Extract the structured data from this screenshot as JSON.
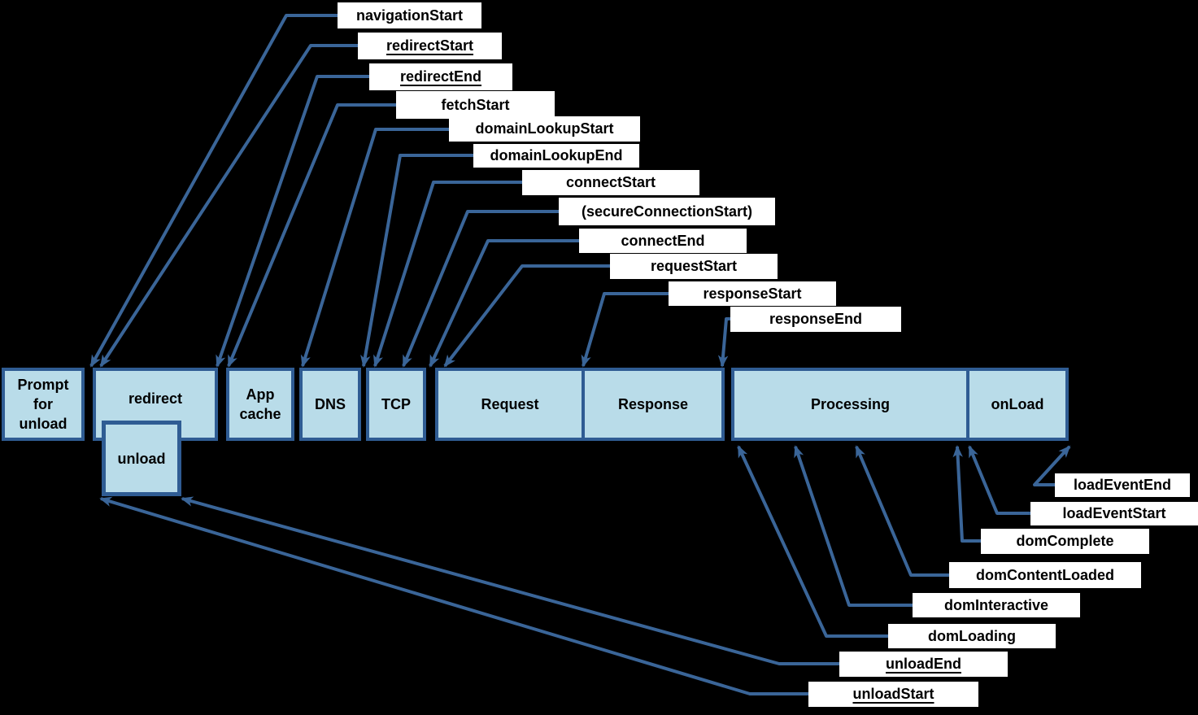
{
  "colors": {
    "box_fill": "#B9DCE9",
    "box_border": "#2F5C93",
    "arrow": "#3A6598",
    "label_bg": "#FFFFFF",
    "label_text": "#000000"
  },
  "phases": {
    "prompt_for_unload": "Prompt for unload",
    "redirect": "redirect",
    "unload": "unload",
    "app_cache": "App cache",
    "dns": "DNS",
    "tcp": "TCP",
    "request": "Request",
    "response": "Response",
    "processing": "Processing",
    "onload": "onLoad"
  },
  "events": {
    "navigationStart": "navigationStart",
    "redirectStart": "redirectStart",
    "redirectEnd": "redirectEnd",
    "fetchStart": "fetchStart",
    "domainLookupStart": "domainLookupStart",
    "domainLookupEnd": "domainLookupEnd",
    "connectStart": "connectStart",
    "secureConnectionStart": "(secureConnectionStart)",
    "connectEnd": "connectEnd",
    "requestStart": "requestStart",
    "responseStart": "responseStart",
    "responseEnd": "responseEnd",
    "loadEventEnd": "loadEventEnd",
    "loadEventStart": "loadEventStart",
    "domComplete": "domComplete",
    "domContentLoaded": "domContentLoaded",
    "domInteractive": "domInteractive",
    "domLoading": "domLoading",
    "unloadEnd": "unloadEnd",
    "unloadStart": "unloadStart"
  },
  "underlined_events": [
    "redirectStart",
    "redirectEnd",
    "unloadEnd",
    "unloadStart"
  ]
}
